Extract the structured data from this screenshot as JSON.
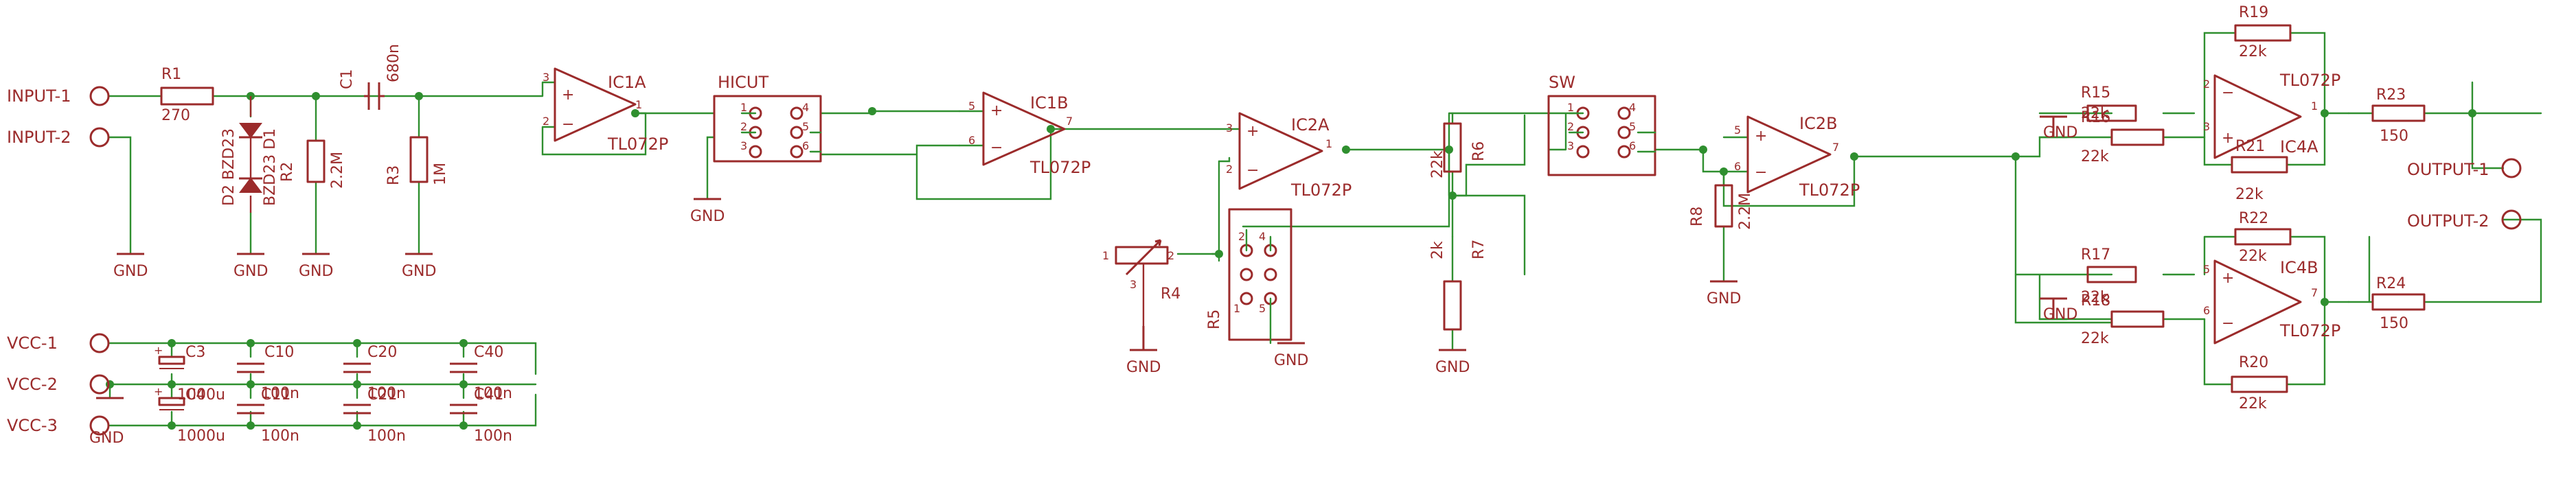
{
  "ports": {
    "input1": "INPUT-1",
    "input2": "INPUT-2",
    "output1": "OUTPUT-1",
    "output2": "OUTPUT-2",
    "vcc1": "VCC-1",
    "vcc2": "VCC-2",
    "vcc3": "VCC-3"
  },
  "gnd": "GND",
  "opamps": {
    "ic1a": {
      "name": "IC1A",
      "part": "TL072P"
    },
    "ic1b": {
      "name": "IC1B",
      "part": "TL072P"
    },
    "ic2a": {
      "name": "IC2A",
      "part": "TL072P"
    },
    "ic2b": {
      "name": "IC2B",
      "part": "TL072P"
    },
    "ic4a": {
      "name": "IC4A",
      "part": "TL072P"
    },
    "ic4b": {
      "name": "IC4B",
      "part": "TL072P"
    }
  },
  "resistors": {
    "r1": {
      "name": "R1",
      "value": "270"
    },
    "r2": {
      "name": "R2",
      "value": "2.2M"
    },
    "r3": {
      "name": "R3",
      "value": "1M"
    },
    "r4": {
      "name": "R4",
      "value": ""
    },
    "r5": {
      "name": "R5",
      "value": ""
    },
    "r6": {
      "name": "R6",
      "value": "22k"
    },
    "r7": {
      "name": "R7",
      "value": "2k"
    },
    "r8": {
      "name": "R8",
      "value": "2.2M"
    },
    "r15": {
      "name": "R15",
      "value": "22k"
    },
    "r16": {
      "name": "R16",
      "value": "22k"
    },
    "r17": {
      "name": "R17",
      "value": "22k"
    },
    "r18": {
      "name": "R18",
      "value": "22k"
    },
    "r19": {
      "name": "R19",
      "value": "22k"
    },
    "r20": {
      "name": "R20",
      "value": "22k"
    },
    "r21": {
      "name": "R21",
      "value": "22k"
    },
    "r22": {
      "name": "R22",
      "value": "22k"
    },
    "r23": {
      "name": "R23",
      "value": "150"
    },
    "r24": {
      "name": "R24",
      "value": "150"
    }
  },
  "capacitors": {
    "c1": {
      "name": "C1",
      "value": "680n"
    },
    "c3": {
      "name": "C3",
      "value": "1000u"
    },
    "c4": {
      "name": "C4",
      "value": "1000u"
    },
    "c10": {
      "name": "C10",
      "value": "100n"
    },
    "c11": {
      "name": "C11",
      "value": "100n"
    },
    "c20": {
      "name": "C20",
      "value": "100n"
    },
    "c21": {
      "name": "C21",
      "value": "100n"
    },
    "c40": {
      "name": "C40",
      "value": "100n"
    },
    "c41": {
      "name": "C41",
      "value": "100n"
    }
  },
  "diodes": {
    "d1": "BZD23 D1",
    "d2": "D2 BZD23"
  },
  "switches": {
    "hicut": "HICUT",
    "sw": "SW"
  },
  "pins": {
    "p1": "1",
    "p2": "2",
    "p3": "3",
    "p4": "4",
    "p5": "5",
    "p6": "6",
    "p7": "7"
  }
}
